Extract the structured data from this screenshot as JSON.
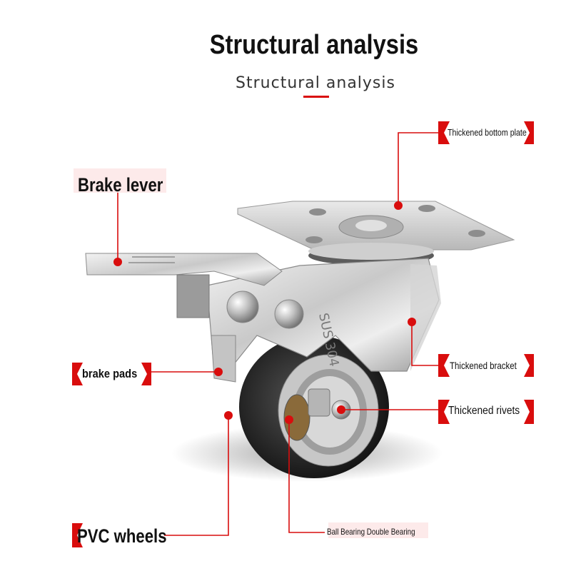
{
  "title": "Structural analysis",
  "subtitle": "Structural analysis",
  "accent_color": "#d90d0d",
  "labels": {
    "brake_lever": "Brake lever",
    "brake_pads": "brake pads",
    "pvc_wheels": "PVC wheels",
    "thickened_bottom_plate": "Thickened bottom plate",
    "thickened_bracket": "Thickened bracket",
    "thickened_rivets": "Thickened rivets",
    "ball_bearing": "Ball Bearing Double Bearing"
  },
  "product_marking": "SUS 304"
}
